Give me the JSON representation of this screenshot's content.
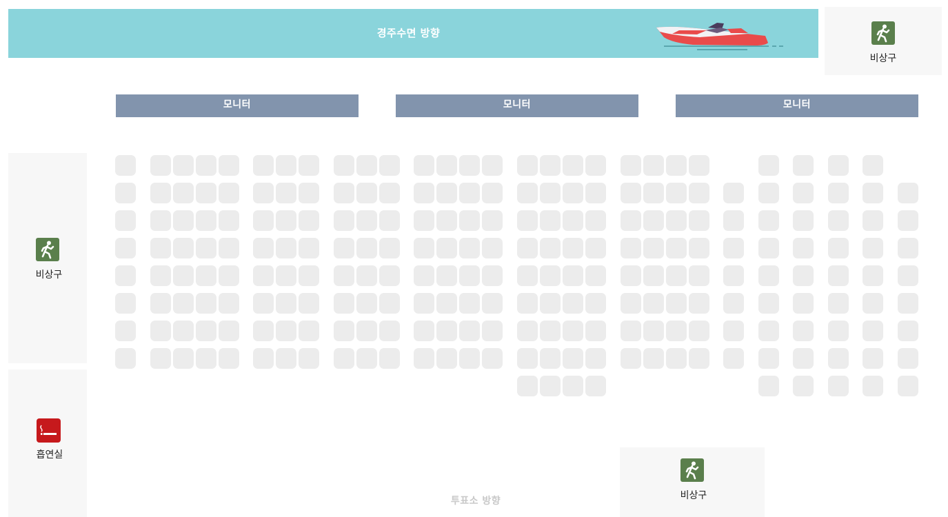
{
  "top_direction": "경주수면 방향",
  "bottom_direction": "투표소 방향",
  "monitors": [
    "모니터",
    "모니터",
    "모니터"
  ],
  "facilities": {
    "exit_top_right": "비상구",
    "exit_left": "비상구",
    "smoking_room": "흡연실",
    "exit_bottom": "비상구"
  },
  "seat_blocks": [
    {
      "columns": 1,
      "rows": 8
    },
    {
      "columns": 4,
      "rows": 8
    },
    {
      "columns": 3,
      "rows": 8
    },
    {
      "columns": 3,
      "rows": 8
    },
    {
      "columns": 4,
      "rows": 8
    },
    {
      "columns": 4,
      "rows": 9
    },
    {
      "columns": 4,
      "rows": 8
    },
    {
      "columns": 1,
      "rows": 7,
      "first_row": 2
    },
    {
      "columns": 1,
      "rows": 9
    },
    {
      "columns": 1,
      "rows": 9
    },
    {
      "columns": 1,
      "rows": 9
    },
    {
      "columns": 1,
      "rows": 9
    },
    {
      "columns": 1,
      "rows": 8,
      "first_row": 2
    }
  ],
  "colors": {
    "banner": "#8ad4db",
    "monitor": "#8294ad",
    "seat": "#ececec",
    "exit_icon": "#5a7f4c",
    "smoking_icon": "#c6191c"
  },
  "icons": {
    "exit": "emergency-exit-running-person-icon",
    "smoking": "smoking-cigarette-icon",
    "boat": "speedboat-illustration"
  }
}
